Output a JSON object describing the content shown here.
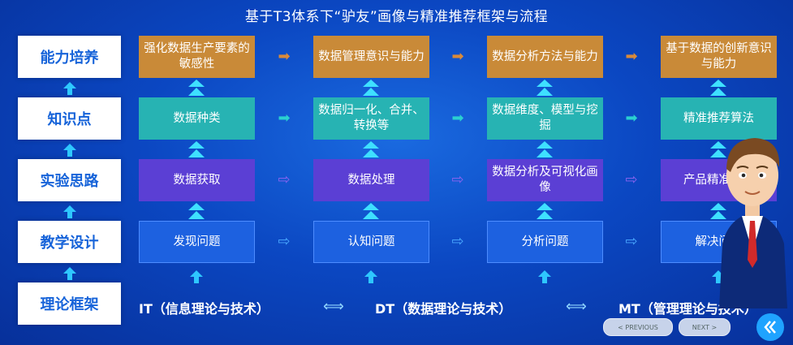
{
  "title": "基于T3体系下“驴友”画像与精准推荐框架与流程",
  "rows": [
    {
      "label": "能力培养"
    },
    {
      "label": "知识点"
    },
    {
      "label": "实验思路"
    },
    {
      "label": "教学设计"
    },
    {
      "label": "理论框架"
    }
  ],
  "grid": [
    [
      "强化数据生产要素的敏感性",
      "数据管理意识与能力",
      "数据分析方法与能力",
      "基于数据的创新意识与能力"
    ],
    [
      "数据种类",
      "数据归一化、合并、转换等",
      "数据维度、模型与挖掘",
      "精准推荐算法"
    ],
    [
      "数据获取",
      "数据处理",
      "数据分析及可视化画像",
      "产品精准推荐"
    ],
    [
      "发现问题",
      "认知问题",
      "分析问题",
      "解决问题"
    ]
  ],
  "footer": {
    "it": "IT（信息理论与技术）",
    "dt": "DT（数据理论与技术）",
    "mt": "MT（管理理论与技术）"
  },
  "nav": {
    "previous": "< PREVIOUS",
    "next": "NEXT >"
  },
  "colors": {
    "orange": "#c98a38",
    "teal": "#27b3b3",
    "purple": "#5b3fd4",
    "blue": "#1d61e0",
    "label_text": "#1663d9"
  },
  "icons": {
    "back": "double-chevron-left-icon",
    "presenter": "presenter-avatar"
  }
}
